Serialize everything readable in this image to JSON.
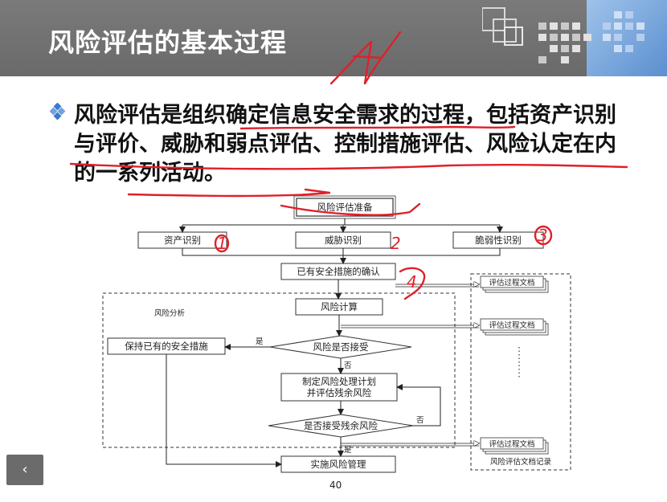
{
  "slide": {
    "title": "风险评估的基本过程",
    "body": "风险评估是组织确定信息安全需求的过程，包括资产识别与评价、威胁和弱点评估、控制措施评估、风险认定在内的一系列活动。",
    "page_number": "40",
    "nav_back_glyph": "‹"
  },
  "diagram": {
    "start": "风险评估准备",
    "asset": "资产识别",
    "threat": "威胁识别",
    "vuln": "脆弱性识别",
    "existing": "已有安全措施的确认",
    "calc": "风险计算",
    "accept": "风险是否接受",
    "keep": "保持已有的安全措施",
    "plan_line1": "制定风险处理计划",
    "plan_line2": "并评估残余风险",
    "residual": "是否接受残余风险",
    "implement": "实施风险管理",
    "region_label": "风险分析",
    "doc1": "评估过程文档",
    "doc2": "评估过程文档",
    "doc3": "评估过程文档",
    "doc_region_label": "风险评估文档记录",
    "yes": "是",
    "no": "否",
    "no2": "否",
    "yes2": "是"
  },
  "annotations": {
    "num1": "1",
    "num2": "2",
    "num3": "3",
    "num4": "4"
  },
  "colors": {
    "title_bg": "#6e6e6e",
    "accent_blue": "#5b8fd0",
    "ink_red": "#e0202a",
    "bullet_blue": "#3a7cc9"
  }
}
